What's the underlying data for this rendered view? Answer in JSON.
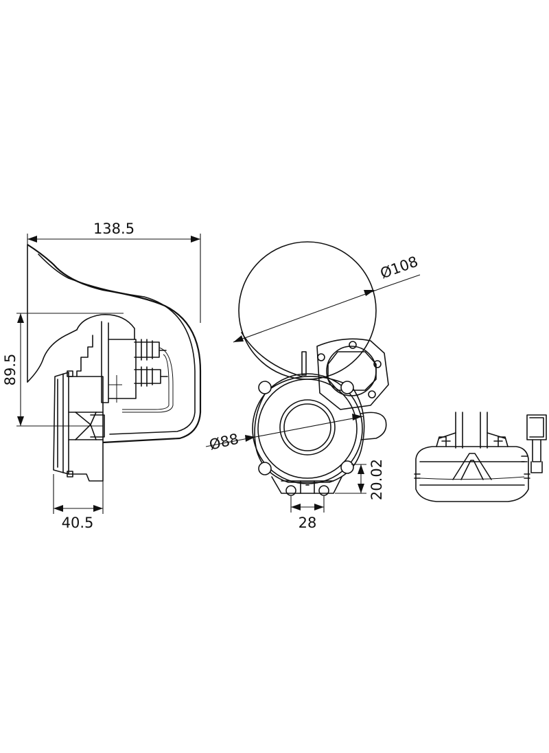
{
  "dimensions": {
    "overall_width": "138.5",
    "height": "89.5",
    "depth": "40.5",
    "horn_diameter": "Ø108",
    "body_diameter": "Ø88",
    "mount_height": "20.02",
    "mount_spacing": "28"
  }
}
